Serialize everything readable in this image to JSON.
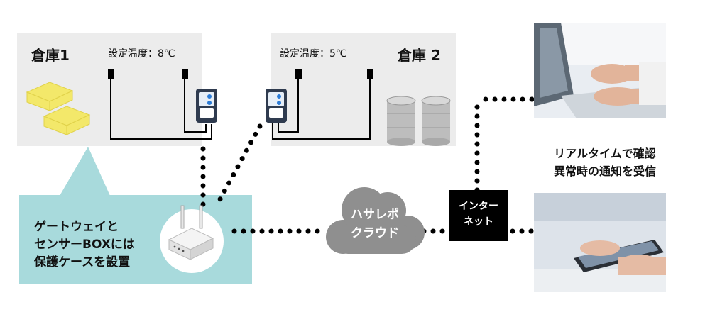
{
  "warehouse1": {
    "title": "倉庫1",
    "setting": "設定温度：8℃"
  },
  "warehouse2": {
    "title": "倉庫 2",
    "setting": "設定温度：5℃"
  },
  "gateway_note": {
    "lines": [
      "ゲートウェイと",
      "センサーBOXには",
      "保護ケースを設置"
    ]
  },
  "cloud": {
    "lines": [
      "ハサレポ",
      "クラウド"
    ]
  },
  "internet": {
    "lines": [
      "インター",
      "ネット"
    ]
  },
  "realtime": {
    "lines": [
      "リアルタイムで確認",
      "異常時の通知を受信"
    ]
  },
  "colors": {
    "warehouse_bg": "#ececec",
    "callout_bg": "#a8dadc",
    "cloud": "#8f8f8f",
    "dots": "#000000",
    "tray": "#f3e86a",
    "drum": "#bdbdbd"
  }
}
